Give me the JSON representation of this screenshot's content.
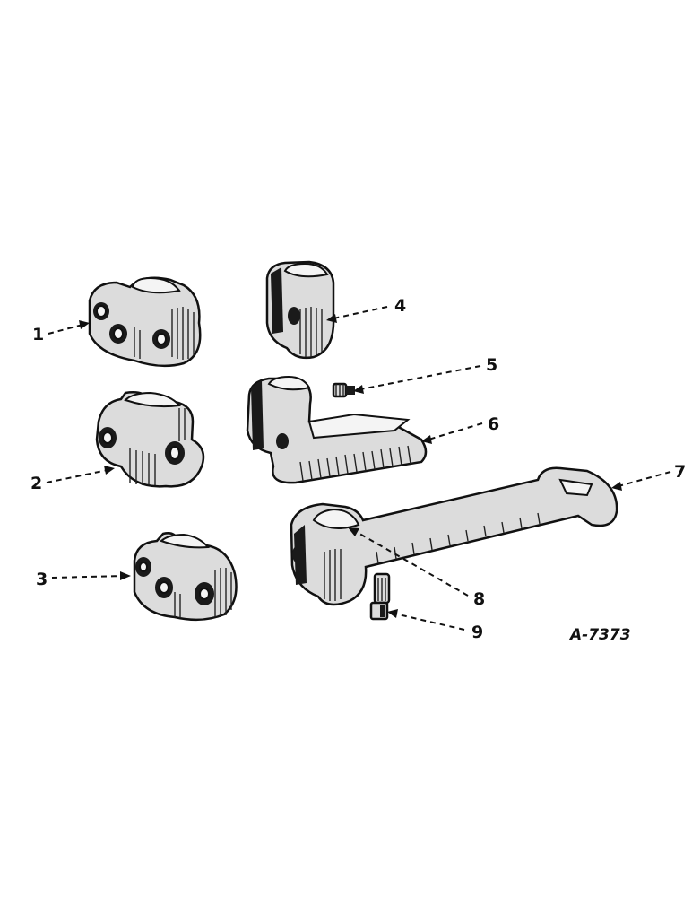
{
  "figure_id": "A-7373",
  "callouts": [
    {
      "number": "1"
    },
    {
      "number": "2"
    },
    {
      "number": "3"
    },
    {
      "number": "4"
    },
    {
      "number": "5"
    },
    {
      "number": "6"
    },
    {
      "number": "7"
    },
    {
      "number": "8"
    },
    {
      "number": "9"
    }
  ]
}
